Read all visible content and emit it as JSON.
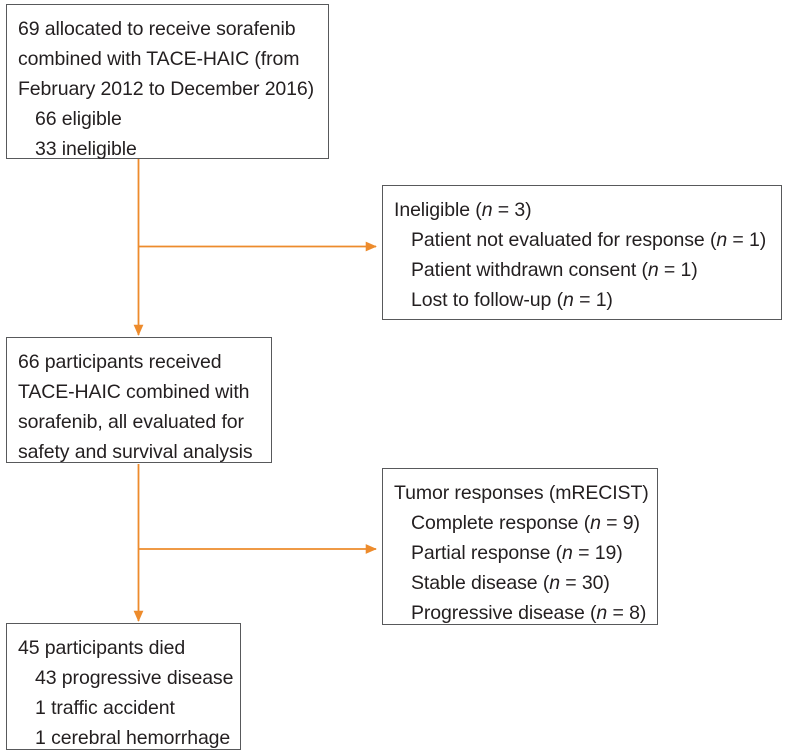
{
  "diagram": {
    "type": "participant-flow-chart",
    "accent_color": "#ED8B2C",
    "box_border_color": "#58595b",
    "text_color": "#231f20",
    "nodes": [
      {
        "id": "allocated",
        "name": "allocated-box",
        "lines": [
          {
            "text": "69 allocated to receive sorafenib",
            "indent": 0
          },
          {
            "text": "combined with TACE-HAIC (from",
            "indent": 0
          },
          {
            "text": "February 2012 to December 2016)",
            "indent": 0
          },
          {
            "text": "66 eligible",
            "indent": 1
          },
          {
            "text": "33 ineligible",
            "indent": 1
          }
        ]
      },
      {
        "id": "ineligible",
        "name": "ineligible-box",
        "lines": [
          {
            "text": "Ineligible (n = 3)",
            "indent": 0,
            "italic_n": true
          },
          {
            "text": "Patient not evaluated for response (n = 1)",
            "indent": 1,
            "italic_n": true
          },
          {
            "text": "Patient withdrawn consent (n = 1)",
            "indent": 1,
            "italic_n": true
          },
          {
            "text": "Lost to follow-up (n = 1)",
            "indent": 1,
            "italic_n": true
          }
        ]
      },
      {
        "id": "received",
        "name": "received-treatment-box",
        "lines": [
          {
            "text": "66 participants received",
            "indent": 0
          },
          {
            "text": "TACE-HAIC combined with",
            "indent": 0
          },
          {
            "text": "sorafenib, all evaluated for",
            "indent": 0
          },
          {
            "text": "safety and survival analysis",
            "indent": 0
          }
        ]
      },
      {
        "id": "responses",
        "name": "tumor-responses-box",
        "lines": [
          {
            "text": "Tumor responses (mRECIST)",
            "indent": 0,
            "italic_n": false
          },
          {
            "text": "Complete response (n = 9)",
            "indent": 1,
            "italic_n": true
          },
          {
            "text": "Partial response (n = 19)",
            "indent": 1,
            "italic_n": true
          },
          {
            "text": "Stable disease (n = 30)",
            "indent": 1,
            "italic_n": true
          },
          {
            "text": "Progressive disease (n = 8)",
            "indent": 1,
            "italic_n": true
          }
        ]
      },
      {
        "id": "died",
        "name": "participants-died-box",
        "lines": [
          {
            "text": "45 participants died",
            "indent": 0
          },
          {
            "text": "43 progressive disease",
            "indent": 1
          },
          {
            "text": "1 traffic accident",
            "indent": 1
          },
          {
            "text": "1 cerebral hemorrhage",
            "indent": 1
          }
        ]
      }
    ],
    "connectors": [
      {
        "name": "connector-allocated-to-received",
        "from": "allocated",
        "to": "received"
      },
      {
        "name": "connector-branch-to-ineligible",
        "from": "allocated",
        "to": "ineligible"
      },
      {
        "name": "connector-received-to-died",
        "from": "received",
        "to": "died"
      },
      {
        "name": "connector-branch-to-responses",
        "from": "received",
        "to": "responses"
      }
    ]
  }
}
